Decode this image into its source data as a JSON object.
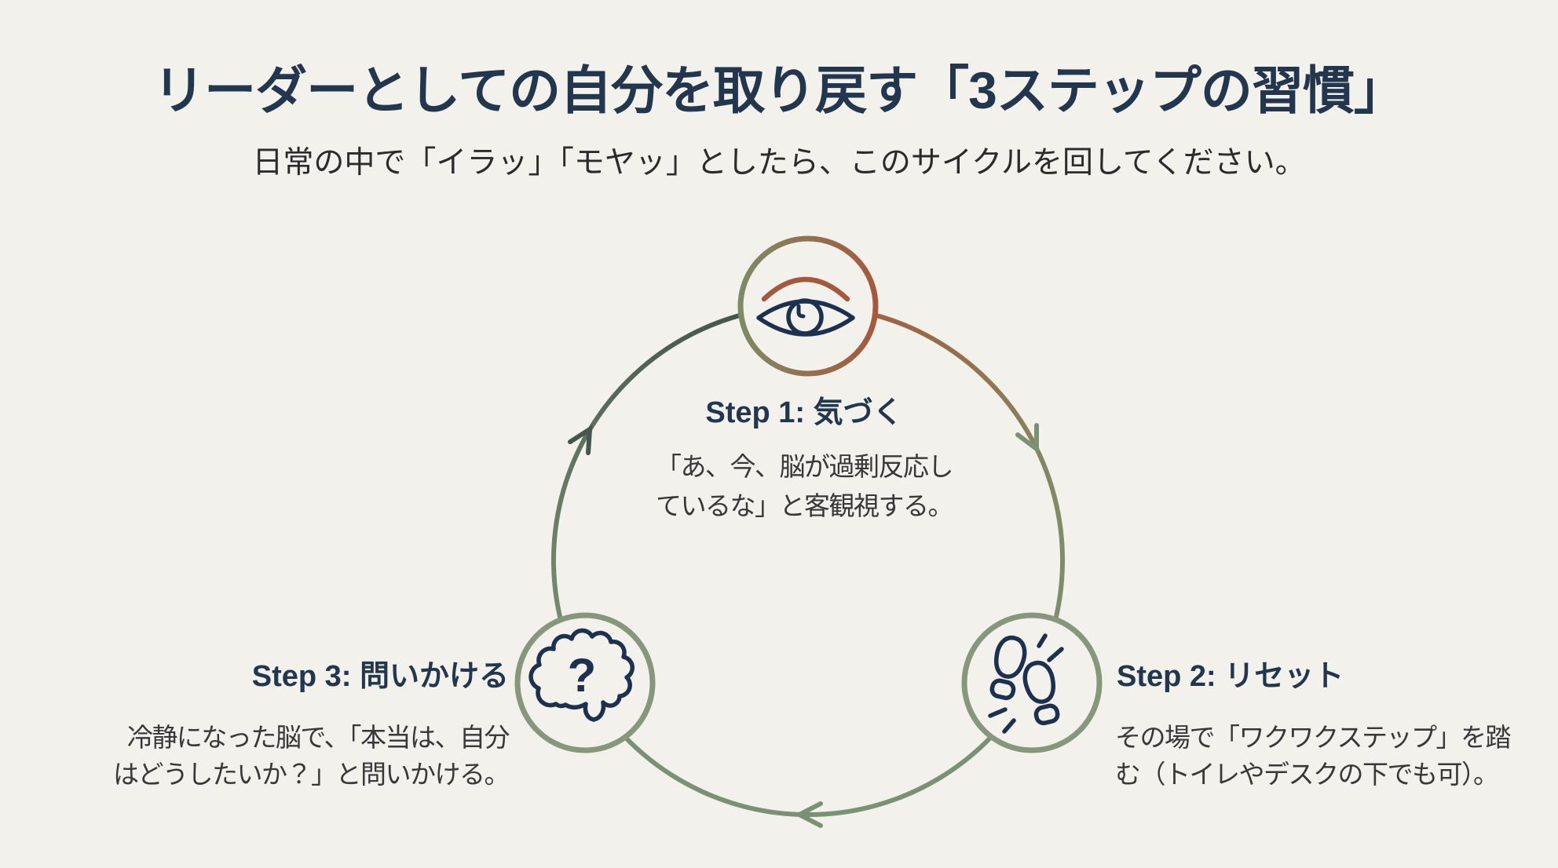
{
  "header": {
    "title": "リーダーとしての自分を取り戻す「3ステップの習慣」",
    "subtitle": "日常の中で「イラッ」「モヤッ」としたら、このサイクルを回してください。"
  },
  "cycle": {
    "direction": "clockwise",
    "steps": [
      {
        "heading": "Step 1: 気づく",
        "lines": [
          "「あ、今、脳が過剰反応し",
          "ているな」と客観視する。"
        ],
        "icon": "eye-icon"
      },
      {
        "heading": "Step 2: リセット",
        "lines": [
          "その場で「ワクワクステップ」を踏",
          "む（トイレやデスクの下でも可）。"
        ],
        "icon": "footsteps-icon"
      },
      {
        "heading": "Step 3: 問いかける",
        "lines": [
          "冷静になった脳で、「本当は、自分",
          "はどうしたいか？」と問いかける。"
        ],
        "icon": "brain-question-icon"
      }
    ],
    "question_mark_glyph": "?"
  },
  "colors": {
    "background": "#f2f1ec",
    "navy": "#22364e",
    "icon_navy": "#1c3150",
    "sage_green": "#7b9173",
    "node_ring_green": "#87977c",
    "dark_teal": "#3f4e47",
    "rust": "#a5593c",
    "body_text": "#383838",
    "subtitle_text": "#2b2b2b"
  }
}
